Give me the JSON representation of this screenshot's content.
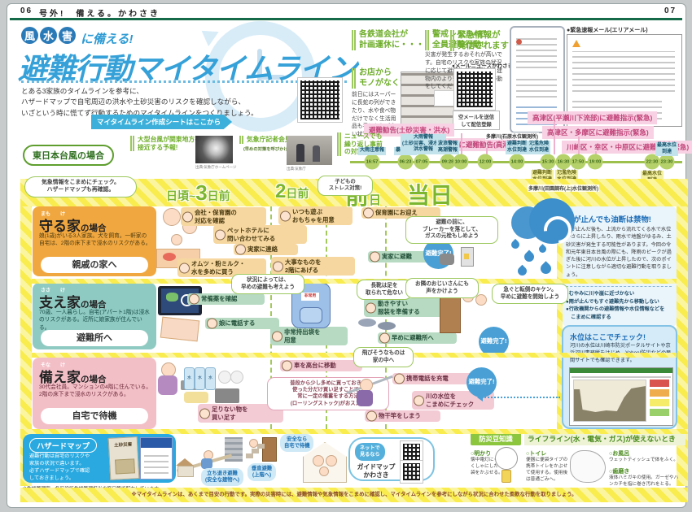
{
  "header": {
    "page_left": "06",
    "edition": "号外!　備える。かわさき",
    "page_right": "07"
  },
  "title": {
    "badge1": "風",
    "badge2": "水",
    "badge3": "害",
    "badge_suffix": "に備える!",
    "main": "避難行動マイタイムライン",
    "intro": "とある3家族のタイムラインを参考に、\nハザードマップで自宅周辺の洪水や土砂災害のリスクを確認しながら、\nいざという時に慌てず行動するためのマイタイムラインをつくりましょう。",
    "banner": "マイタイムライン作成シートはここから"
  },
  "news_top": {
    "rail": "各鉄道会社が\n計画運休に・・・",
    "store_title": "お店から\nモノがなくなる!?",
    "store_body": "前日にはスーパーに長蛇の列ができたり、水や食べ物だけでなく生活用品も手に入りづらい状況でした。",
    "level_title": "警戒レベル4で\n全員避難行動!",
    "level_body": "災害が発生するおそれが高いです。自宅のリスクや家族の状況に応じて避難先への避難か、建物内のより安全な場所への移動をしてください。",
    "alert_title": "緊急情報が\n発信されます",
    "mail_news": "●メールニュースかわさき",
    "mail_note": "空メールを送信\nして配信登録",
    "area_mail": "●緊急速報メール(エリアメール)"
  },
  "alerts": {
    "a1": "避難勧告(土砂災害・洪水)",
    "a2": "川崎区に避難勧告(高潮)",
    "a3": "高津区(平瀬川下流部)に避難指示(緊急)",
    "a4": "高津区・多摩区に避難指示(緊急)",
    "a5": "川崎区・幸区・中原区に避難指示(緊急)"
  },
  "timeline": {
    "case_label": "東日本台風の場合",
    "news1_title": "大型台風が関東地方へ\n接近する予報!",
    "news1_credit": "出典:気象庁ホームページ",
    "news2_title": "気象庁記者会見",
    "news2_sub": "(早めの対策を呼びかけ)",
    "news2_credit": "出典:気象庁",
    "news3_title": "ニュースでも\n繰り返し事前\nの対策を報道",
    "river_upper": "多摩川(石原水位観測所)",
    "river_lower": "多摩川(田園調布(上)水位観測所)",
    "times": [
      "16:57",
      "06:23",
      "07:05",
      "09:28",
      "10:00",
      "12:00",
      "14:00",
      "15:30",
      "16:30",
      "17:50",
      "19:00",
      "22:30",
      "23:30"
    ],
    "above": [
      "大雨注意報",
      "暴風警報",
      "大雨警報\n(土砂災害、浸水害)\n洪水警報",
      "波浪警報\n高潮警報",
      "避難判断\n水位到達",
      "氾濫危険\n水位到達",
      "最高水位\n到達"
    ],
    "below": [
      "避難判断\n水位到達",
      "氾濫危険\n水位到達",
      "最高水位\n到達"
    ]
  },
  "days": {
    "check_bubble": "気象情報をこまめにチェック。\nハザードマップも再確認。",
    "d3_pre": "日頃~",
    "d3_num": "3",
    "d3_suf": "日前",
    "d2_num": "2",
    "d2_suf": "日前",
    "d1_main": "前",
    "d1_sub": "日",
    "d0": "当日",
    "stress_bubble": "子どもの\nストレス対策!"
  },
  "mamoru": {
    "ruby": "まも　　け",
    "name": "守る家",
    "suffix": "の場合",
    "desc": "娘(1歳)がいる3人家族。犬を飼育。一軒家の自宅は、2階の床下まで浸水のリスクがある。",
    "dest": "親戚の家へ",
    "t0": "会社・保育園の\n対応を確認",
    "t1": "ペットホテルに\n問い合わせてみる",
    "t2": "実家に連絡",
    "t3": "オムツ・粉ミルク・\n水を多めに買う",
    "t4": "いつも遊ぶ\nおもちゃを用意",
    "t5": "大事なものを\n2階にあげる",
    "t6": "保育園にお迎え",
    "t7": "実家に避難",
    "bubble": "避難の前に、\nブレーカーを落として、\nガスの元栓もしめよう",
    "done": "避難完了!"
  },
  "sasae": {
    "ruby": "ささ　　け",
    "name": "支え家",
    "suffix": "の場合",
    "desc": "70歳、一人暮らし。自宅(アパート1階)は浸水のリスクがある。近所に娘家族が住んでいる。",
    "dest": "避難所へ",
    "t0": "常備薬を確認",
    "t1": "娘に電話する",
    "t2": "非常持出袋を\n用意",
    "t3": "動きやすい\n服装を準備する",
    "t4": "早めに避難所へ",
    "b0": "状況によっては、\n早めの避難も考えよう",
    "b1": "長靴は足を\n取られて危ない",
    "b2": "お隣のおじいさんにも\n声をかけよう",
    "b3": "急ぐと転倒のキケン。\n早めに避難を開始しよう",
    "done": "避難完了!",
    "backpack": "非常用"
  },
  "sonae": {
    "ruby": "そな　　け",
    "name": "備え家",
    "suffix": "の場合",
    "desc": "30代会社員。マンションの4階に住んでいる。2階の床下まで浸水のリスクがある。",
    "dest": "自宅で待機",
    "t0": "足りない物を\n買い足す",
    "t1": "車を高台に移動",
    "t2": "携帯電話を充電",
    "t3": "川の水位を\nこまめにチェック",
    "t4": "物干竿をしまう",
    "b0": "普段から少し多めに買っておき、\n使った分だけ買い足すことで、\n常に一定の備蓄をする方法\n(ローリングストック)がおススメ",
    "b1": "飛びそうなものは\n家の中へ",
    "done": "避難完了!",
    "water": "水"
  },
  "rain": {
    "title": "雨が止んでも油断は禁物!",
    "body": "雨が止んだ後も、上流から流れてくる水で水位がさらに上昇したり、雨水で地盤がゆるみ、土砂災害が発生する可能性があります。今回の令和元年東日本台風の際にも、降雨のピークが過ぎた後に河川の水位が上昇したので、次のポイントに注意しながら適切な避難行動を取りましょう。",
    "b1": "●むやみに川や崖に近づかない",
    "b2": "●雨が止んでもすぐ避難先から移動しない",
    "b3": "●行政機関からの避難情報や水位情報などを\n　こまめに確認する"
  },
  "water_check": {
    "title": "水位はここでチェック!",
    "body": "河川の水位は川崎市防災ポータルサイトや京浜河川事務所をはじめ、Yahoo!防災などの民間サイトでも確認できます。"
  },
  "hazard": {
    "title": "ハザードマップ",
    "body": "避難行動は自宅のリスクや\n家族の状況で違います。\n必ずハザードマップで確認\nしておきましょう。",
    "booklet1": "土砂災害"
  },
  "evac": {
    "tachinoki": "立ち退き避難\n(安全な建物へ)",
    "vertical": "垂直避難\n(上階へ)",
    "stay": "安全なら\n自宅で待機",
    "net": "ネットで\n見るなら",
    "guide": "ガイドマップ\nかわさき"
  },
  "tips": {
    "badge": "防災豆知識",
    "title": "ライフライン(水・電気・ガス)が使えないとき",
    "i1h": "○明かり",
    "i1b": "懐中電灯にくしゃ\nくしゃにしたレジ\n袋をかぶせる。",
    "i2h": "○トイレ",
    "i2b": "便器に便袋タイプの\n携帯トイレをかぶせ\nて使用する。使用後\nは普通ごみへ。",
    "i3h": "○お風呂",
    "i3b": "ウェットティッシュで体をふく。",
    "i4h": "○歯磨き",
    "i4b": "液体ハミガキの使用。ガーゼやハ\nンカチを指に巻き汚れをとる。"
  },
  "footer": {
    "hazard_note": "※危機管理室、各区役所危機管理担当の窓口等で配布しています。",
    "main": "※マイタイムラインは、あくまで目安の行動です。実際の災害時には、避難情報や気象情報をこまめに確認し、マイタイムラインを参考にしながら状況に合わせた柔軟な行動を取りましょう。"
  }
}
